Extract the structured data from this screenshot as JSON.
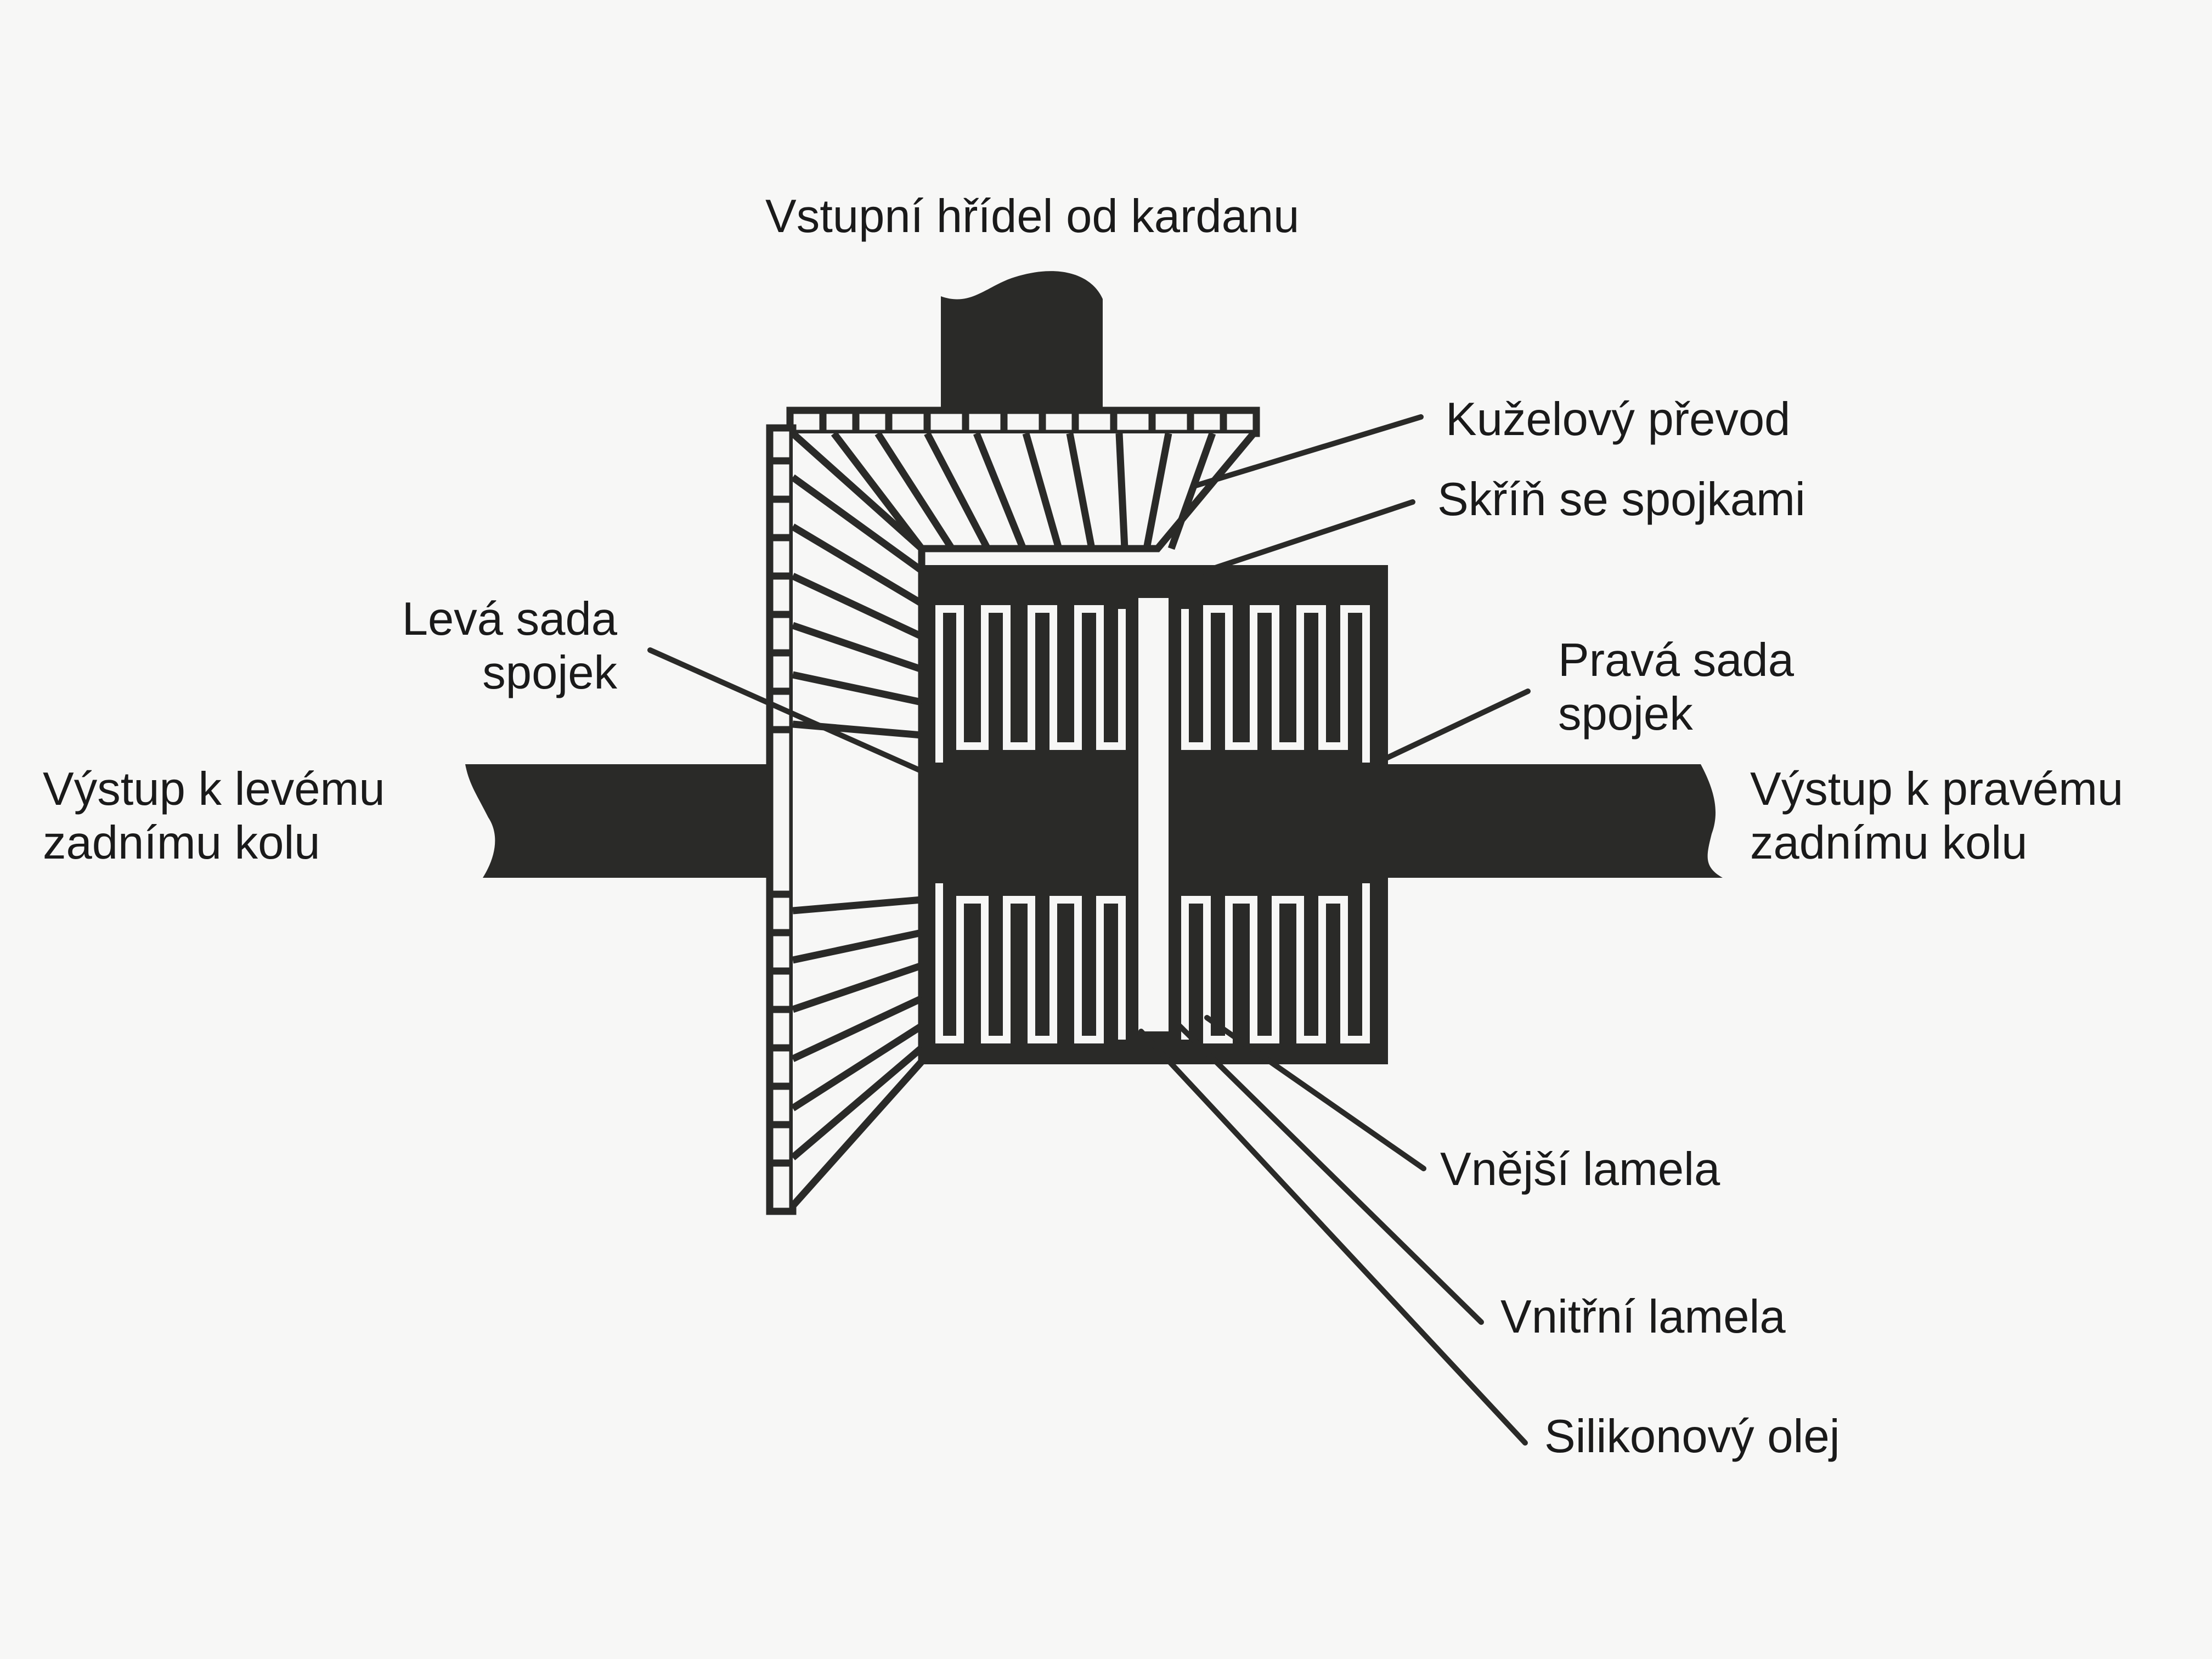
{
  "colors": {
    "ink": "#2a2a28",
    "paper": "#f7f7f6",
    "text": "#1a1a1a"
  },
  "labels": {
    "input_shaft": "Vstupní hřídel od kardanu",
    "bevel_gear": "Kuželový převod",
    "housing": "Skříň se spojkami",
    "left_set": [
      "Levá sada",
      "spojek"
    ],
    "right_set": [
      "Pravá sada",
      "spojek"
    ],
    "left_output": [
      "Výstup k levému",
      "zadnímu kolu"
    ],
    "right_output": [
      "Výstup k pravému",
      "zadnímu kolu"
    ],
    "outer_plate": "Vnější lamela",
    "inner_plate": "Vnitřní lamela",
    "silicone_oil": "Silikonový olej"
  }
}
